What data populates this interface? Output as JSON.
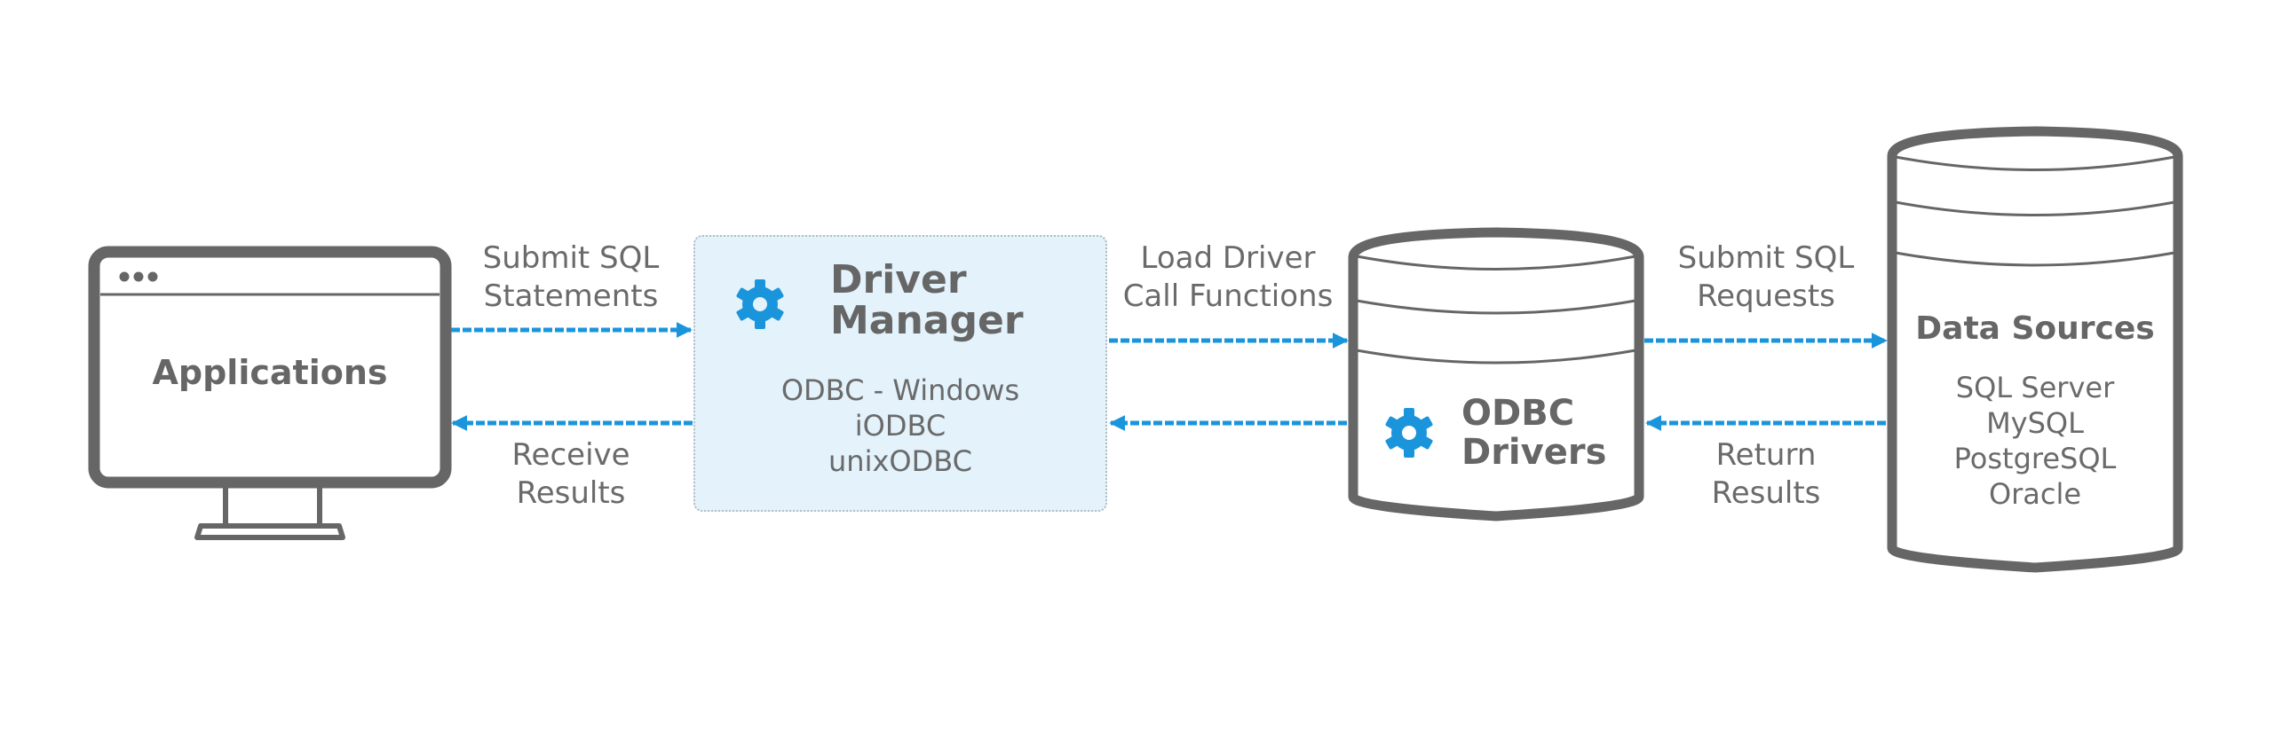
{
  "colors": {
    "stroke": "#666666",
    "accent": "#1a95dc",
    "manager_fill": "#e3f2fb"
  },
  "nodes": {
    "applications": {
      "title": "Applications",
      "icon": "monitor-icon"
    },
    "driver_manager": {
      "title_line1": "Driver",
      "title_line2": "Manager",
      "icon": "gear-icon",
      "items": [
        "ODBC  - Windows",
        "iODBC",
        "unixODBC"
      ]
    },
    "odbc_drivers": {
      "title_line1": "ODBC",
      "title_line2": "Drivers",
      "icon": "gear-icon"
    },
    "data_sources": {
      "title": "Data Sources",
      "icon": "database-icon",
      "items": [
        "SQL Server",
        "MySQL",
        "PostgreSQL",
        "Oracle"
      ]
    }
  },
  "edges": [
    {
      "from": "applications",
      "to": "driver_manager",
      "label_line1": "Submit SQL",
      "label_line2": "Statements"
    },
    {
      "from": "driver_manager",
      "to": "applications",
      "label_line1": "Receive",
      "label_line2": "Results"
    },
    {
      "from": "driver_manager",
      "to": "odbc_drivers",
      "label_line1": "Load Driver",
      "label_line2": "Call Functions"
    },
    {
      "from": "odbc_drivers",
      "to": "driver_manager",
      "label_line1": "",
      "label_line2": ""
    },
    {
      "from": "odbc_drivers",
      "to": "data_sources",
      "label_line1": "Submit SQL",
      "label_line2": "Requests"
    },
    {
      "from": "data_sources",
      "to": "odbc_drivers",
      "label_line1": "Return",
      "label_line2": "Results"
    }
  ]
}
